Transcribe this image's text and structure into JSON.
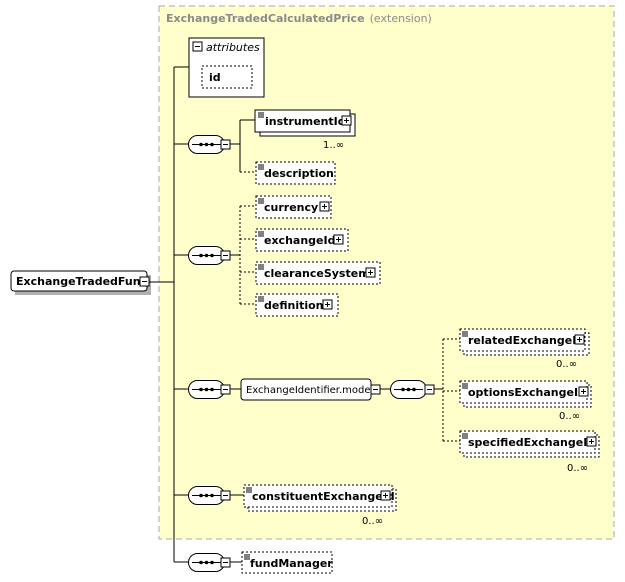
{
  "extension": {
    "title": "ExchangeTradedCalculatedPrice",
    "suffix": "(extension)"
  },
  "attributes": {
    "title": "attributes",
    "items": [
      "id"
    ]
  },
  "root": {
    "label": "ExchangeTradedFund"
  },
  "elements": {
    "instrumentId": {
      "label": "instrumentId",
      "occurs": "1..∞"
    },
    "description": {
      "label": "description"
    },
    "currency": {
      "label": "currency"
    },
    "exchangeId": {
      "label": "exchangeId"
    },
    "clearanceSystem": {
      "label": "clearanceSystem"
    },
    "definition": {
      "label": "definition"
    },
    "group": {
      "label": "ExchangeIdentifier.model"
    },
    "relatedExchangeId": {
      "label": "relatedExchangeId",
      "occurs": "0..∞"
    },
    "optionsExchangeId": {
      "label": "optionsExchangeId",
      "occurs": "0..∞"
    },
    "specifiedExchangeId": {
      "label": "specifiedExchangeId",
      "occurs": "0..∞"
    },
    "constituentExchangeId": {
      "label": "constituentExchangeId",
      "occurs": "0..∞"
    },
    "fundManager": {
      "label": "fundManager"
    }
  },
  "colors": {
    "extension_fill": "#ffffcc",
    "extension_border": "#aaaaaa",
    "shadow": "#b0b0b0"
  }
}
